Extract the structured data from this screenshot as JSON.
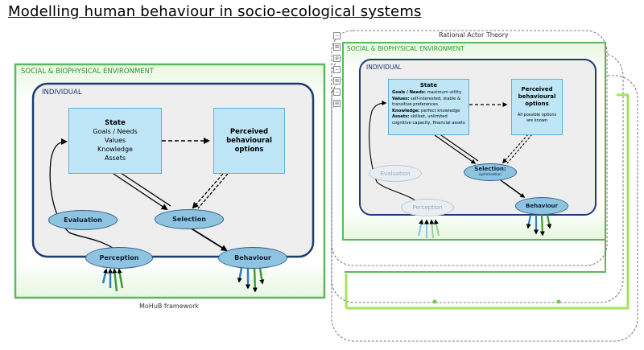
{
  "title": "Modelling human behaviour in socio-ecological systems",
  "left": {
    "env_label": "SOCIAL & BIOPHYSICAL ENVIRONMENT",
    "individual_label": "INDIVIDUAL",
    "state_box": {
      "title": "State",
      "lines": [
        "Goals / Needs",
        "Values",
        "Knowledge",
        "Assets"
      ]
    },
    "perceived_box": {
      "title": "Perceived behavioural options"
    },
    "evaluation": "Evaluation",
    "selection": "Selection",
    "perception": "Perception",
    "behaviour": "Behaviour",
    "caption": "MoHuB framework"
  },
  "right": {
    "caption": "Rational Actor Theory",
    "env_label": "SOCIAL & BIOPHYSICAL ENVIRONMENT",
    "individual_label": "INDIVIDUAL",
    "state_box": {
      "title": "State",
      "goals_key": "Goals / Needs:",
      "goals_val": "maximum utility",
      "values_key": "Values:",
      "values_val": "self-interested, stable & transitive preferences",
      "knowledge_key": "Knowledge:",
      "knowledge_val": "perfect knowledge",
      "assets_key": "Assets:",
      "assets_val": "skillset, unlimited cognitive capacity, financial assets"
    },
    "perceived_box": {
      "title": "Perceived behavioural options",
      "note": "All possible options are known"
    },
    "evaluation": "Evaluation",
    "selection": "Selection:",
    "selection_sub": "optimisation",
    "perception": "Perception",
    "behaviour": "Behaviour"
  },
  "sidebar_icons": [
    "−",
    "⊞",
    "⊕",
    "−",
    "⊞",
    "−",
    "⊞"
  ],
  "colors": {
    "env_border": "#5cb85c",
    "individual_border": "#1f3a72",
    "box_fill": "#bfe6f6",
    "oval_fill": "#8fc4e0",
    "lime": "#a6e35a"
  }
}
